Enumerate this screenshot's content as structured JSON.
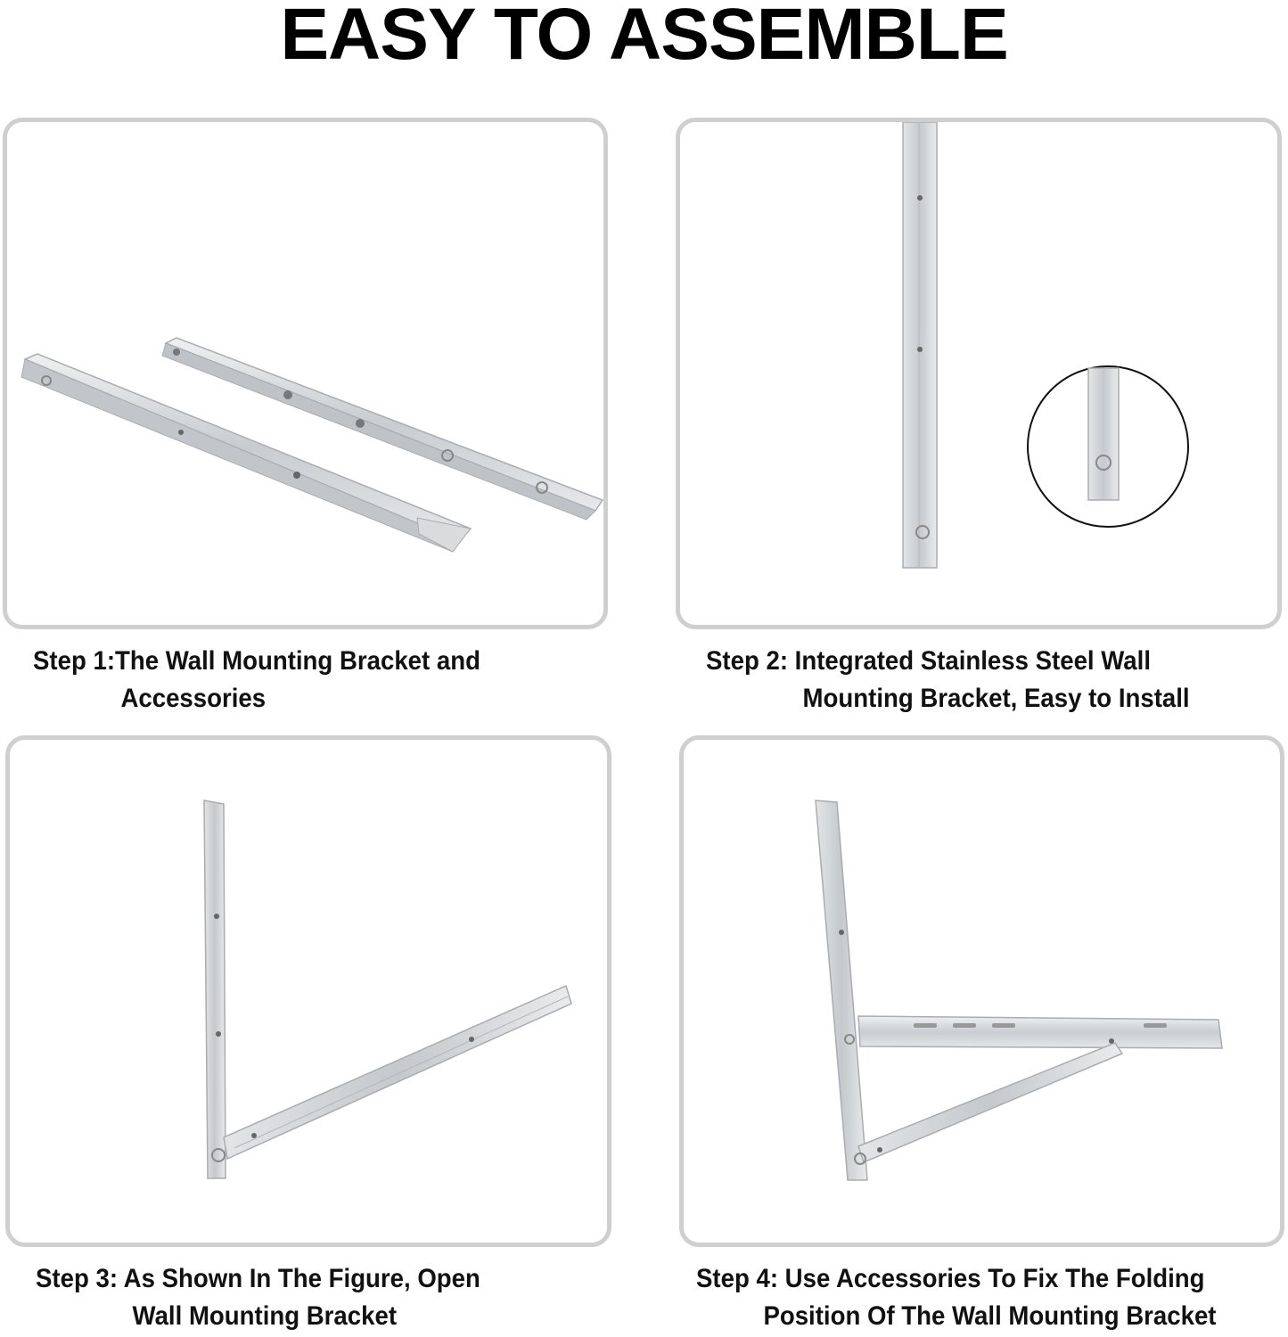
{
  "title": "EASY TO ASSEMBLE",
  "steps": [
    {
      "line1": "Step 1:The Wall Mounting Bracket and",
      "line2": "Accessories",
      "image": "two-loose-bracket-rails"
    },
    {
      "line1": "Step 2: Integrated Stainless Steel Wall",
      "line2": "Mounting Bracket, Easy to Install",
      "image": "vertical-bracket-with-zoom-circle"
    },
    {
      "line1": "Step 3: As Shown In The Figure, Open",
      "line2": "Wall Mounting Bracket",
      "image": "partially-opened-bracket"
    },
    {
      "line1": "Step 4: Use Accessories To Fix The Folding",
      "line2": "Position Of The Wall Mounting Bracket",
      "image": "fully-assembled-triangle-bracket"
    }
  ],
  "colors": {
    "panel_border": "#cfcfcf",
    "steel": "#d6d8da",
    "steel_dark": "#a9acb0",
    "text": "#111111"
  }
}
